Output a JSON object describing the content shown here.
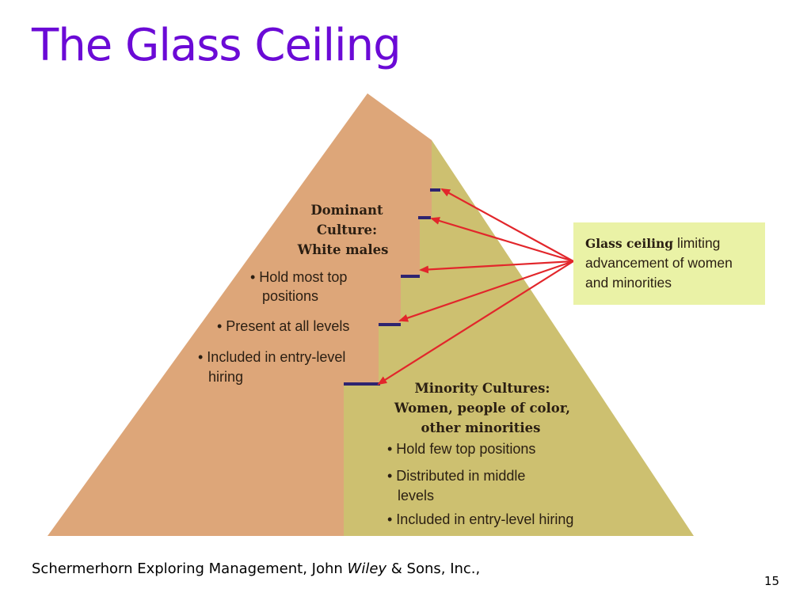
{
  "title": "The Glass Ceiling",
  "dominant": {
    "heading": [
      "Dominant",
      "Culture:",
      "White males"
    ],
    "bullets": [
      [
        "• Hold most top",
        "positions"
      ],
      [
        "• Present at all levels"
      ],
      [
        "• Included in entry-level",
        "hiring"
      ]
    ]
  },
  "minority": {
    "heading": [
      "Minority Cultures:",
      "Women, people of color,",
      "other minorities"
    ],
    "bullets": [
      [
        "• Hold few top positions"
      ],
      [
        "• Distributed in middle",
        "levels"
      ],
      [
        "• Included in entry-level hiring"
      ]
    ]
  },
  "callout": {
    "bold": "Glass ceiling",
    "text": " limiting advancement of women and minorities"
  },
  "footer": {
    "pre": "Schermerhorn Exploring Management, John ",
    "italic": "Wiley",
    "post": " & Sons, Inc.,"
  },
  "page_number": "15",
  "colors": {
    "title": "#6b0ad6",
    "dominant_fill": "#dda679",
    "minority_fill": "#cdc070",
    "callout_fill": "#eaf2a6",
    "ceiling_marks": "#2e2470",
    "arrows": "#e2262b"
  }
}
